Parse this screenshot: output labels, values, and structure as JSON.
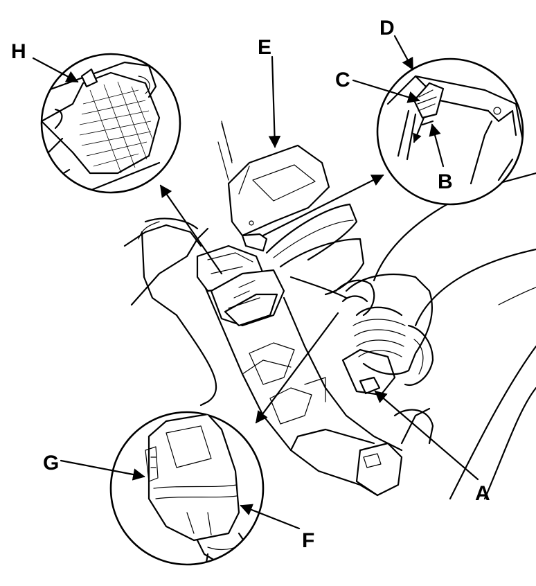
{
  "diagram": {
    "callouts": [
      {
        "id": "A",
        "label": "A"
      },
      {
        "id": "B",
        "label": "B"
      },
      {
        "id": "C",
        "label": "C"
      },
      {
        "id": "D",
        "label": "D"
      },
      {
        "id": "E",
        "label": "E"
      },
      {
        "id": "F",
        "label": "F"
      },
      {
        "id": "G",
        "label": "G"
      },
      {
        "id": "H",
        "label": "H"
      }
    ],
    "colors": {
      "ink": "#000000",
      "paper": "#ffffff"
    }
  }
}
